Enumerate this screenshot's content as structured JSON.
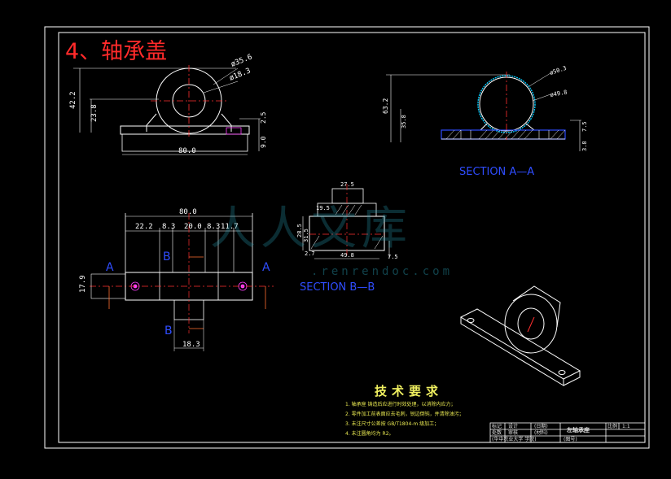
{
  "title": "4、轴承盖",
  "colors": {
    "background": "#000000",
    "outline": "#ffffff",
    "centerline": "#ff3030",
    "dimension": "#ffffff",
    "section_label": "#2f4dff",
    "highlight": "#00ccff",
    "requirements": "#e9e952",
    "dim_aux": "#ff40ff"
  },
  "front_view": {
    "dims": {
      "d1": "ø35.6",
      "d2": "ø18.3",
      "h_total": "42.2",
      "h_center": "23.8",
      "h_base_top": "2.5",
      "h_base": "9.0",
      "width": "80.0"
    }
  },
  "section_aa": {
    "label": "SECTION A—A",
    "dims": {
      "d1": "ø50.3",
      "d2": "ø49.8",
      "h_total": "63.2",
      "h_center": "35.8",
      "h_right1": "7.5",
      "h_right2": "3.8"
    }
  },
  "top_view": {
    "dims": {
      "width": "80.0",
      "s1": "22.2",
      "s2": "8.3",
      "s3": "20.0",
      "s4": "8.3",
      "s5": "11.7",
      "depth": "17.9",
      "bottom": "18.3"
    },
    "cut_labels": {
      "a_left": "A",
      "a_right": "A",
      "b_top": "B",
      "b_bottom": "B"
    }
  },
  "section_bb": {
    "label": "SECTION B—B",
    "dims": {
      "top": "27.5",
      "d_left": "19.5",
      "h_a": "28.5",
      "h_b": "31.5",
      "h_c": "2.7",
      "bottom": "49.8",
      "h_right": "7.5"
    }
  },
  "tech_requirements": {
    "title": "技术要求",
    "items": [
      "1. 轴承座 铸造后应进行时效处理，以消除内应力；",
      "2. 零件加工前表面应去毛刺，锐边倒钝，并清除油污；",
      "3. 未注尺寸公差按 GB/T1804-m 级加工；",
      "4. 未注圆角均为 R2。"
    ]
  },
  "title_block": {
    "r1": "标记",
    "r2": "处数",
    "r3": "设计",
    "r4": "审核",
    "part_name": "左轴承座",
    "scale_label": "比例",
    "scale": "1:1",
    "school": "(华中农业大学 学院)",
    "drawing_no": "(图号)",
    "material": "(材料)",
    "date": "(日期)"
  },
  "watermark": {
    "text": "人人文库",
    "url": ".renrendoc.com"
  }
}
